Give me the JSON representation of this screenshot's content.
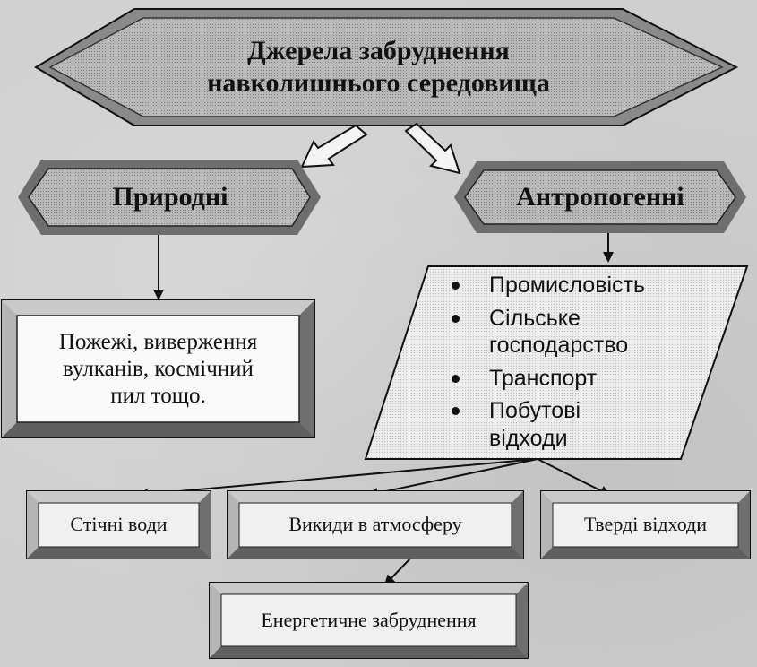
{
  "title": {
    "line1": "Джерела забруднення",
    "line2": "навколишнього середовища"
  },
  "categories": {
    "natural": "Природні",
    "anthropogenic": "Антропогенні"
  },
  "natural_box": {
    "line1": "Пожежі, виверження",
    "line2": "вулканів, космічний",
    "line3": "пил тощо."
  },
  "anthropogenic_sources": [
    {
      "label": "Промисловість"
    },
    {
      "label": "Сільське господарство"
    },
    {
      "label": "Транспорт"
    },
    {
      "label": "Побутові відходи"
    }
  ],
  "outputs": {
    "wastewater": "Стічні води",
    "emissions": "Викиди в атмосферу",
    "solid_waste": "Тверді відходи",
    "energy": "Енергетичне забруднення"
  }
}
